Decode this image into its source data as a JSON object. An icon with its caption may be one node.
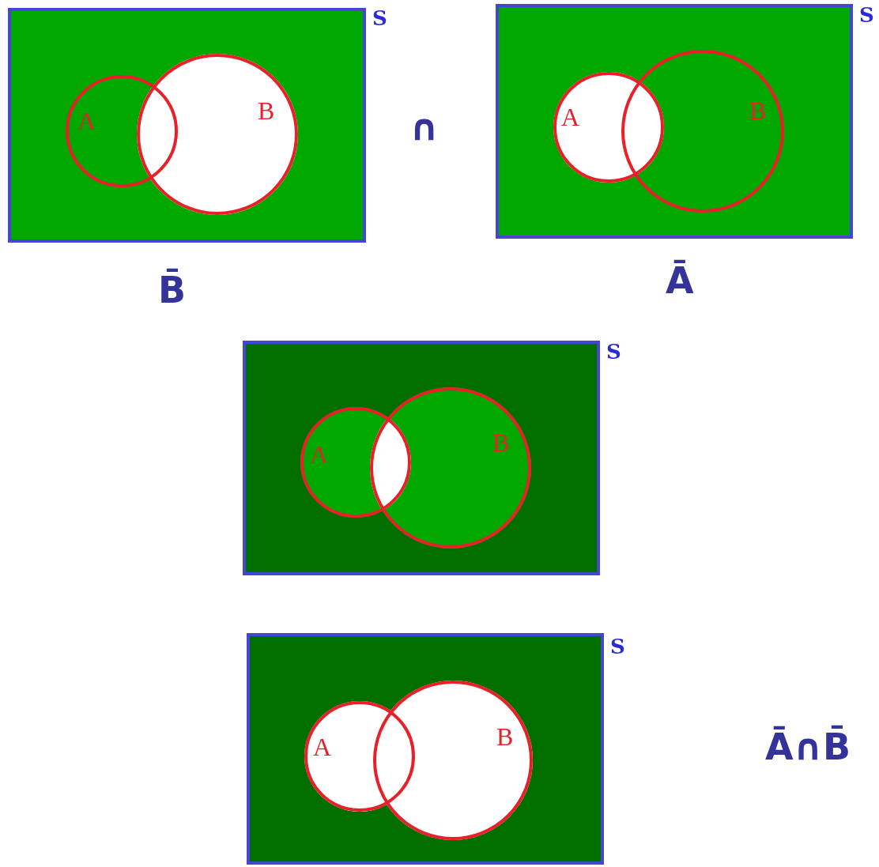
{
  "diagram": {
    "nodes": [
      {
        "text": [],
        "shape": "box",
        "beside": [
          "S",
          "B̄"
        ]
      },
      {
        "text": [
          "A"
        ],
        "in": 0
      },
      {
        "text": [
          "B"
        ],
        "in": 0
      },
      {
        "text": [],
        "shape": "box",
        "beside": [
          "S",
          "Ā"
        ]
      },
      {
        "text": [
          "A"
        ],
        "in": 3
      },
      {
        "text": [
          "B"
        ],
        "in": 3
      },
      {
        "text": [],
        "shape": "box",
        "beside": [
          "S"
        ]
      },
      {
        "text": [
          "A"
        ],
        "in": 6
      },
      {
        "text": [
          "B"
        ],
        "in": 6
      },
      {
        "text": [],
        "shape": "box",
        "beside": [
          "S"
        ]
      },
      {
        "text": [
          "A"
        ],
        "in": 9
      },
      {
        "text": [
          "B"
        ],
        "in": 9
      }
    ],
    "labels": [
      "∩",
      "Ā∩B̄"
    ]
  }
}
